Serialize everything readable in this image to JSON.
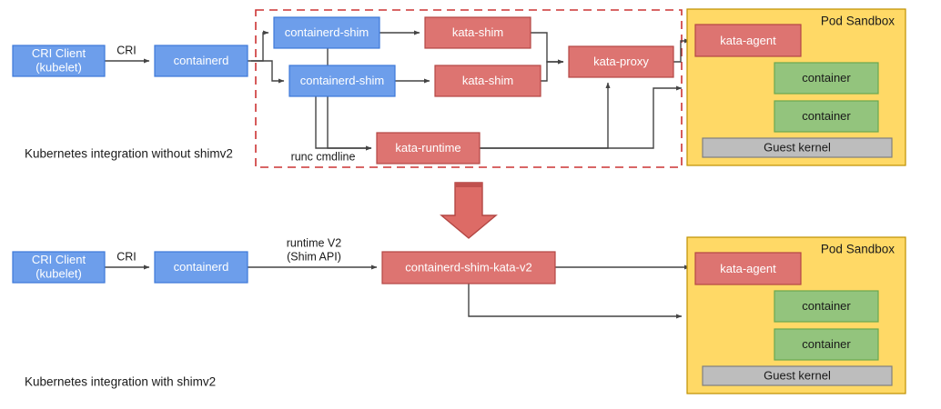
{
  "palette": {
    "blue_fill": "#6D9EEB",
    "blue_stroke": "#3C78D8",
    "red_fill": "#DD7471",
    "red_stroke": "#B34744",
    "green_fill": "#93C47D",
    "green_stroke": "#6AA84F",
    "yellow_fill": "#FFD966",
    "yellow_stroke": "#BF9000",
    "gray_fill": "#BDBDBD",
    "gray_stroke": "#7F7F7F",
    "dashed_red": "#CC3333",
    "edge_stroke": "#444444",
    "big_arrow_fill": "#DD6B66",
    "big_arrow_stroke": "#B34744",
    "text_light": "#FFFFFF",
    "text_dark": "#1A1A1A",
    "background": "#FFFFFF"
  },
  "top_diagram": {
    "caption": "Kubernetes integration without shimv2",
    "group_box_label": "",
    "nodes": {
      "cri_client": "CRI Client\n(kubelet)",
      "cri_client_line1": "CRI Client",
      "cri_client_line2": "(kubelet)",
      "containerd": "containerd",
      "containerd_shim_1": "containerd-shim",
      "containerd_shim_2": "containerd-shim",
      "kata_shim_1": "kata-shim",
      "kata_shim_2": "kata-shim",
      "kata_proxy": "kata-proxy",
      "kata_runtime": "kata-runtime",
      "kata_agent": "kata-agent",
      "container_1": "container",
      "container_2": "container",
      "guest_kernel": "Guest kernel",
      "pod_sandbox": "Pod Sandbox"
    },
    "edge_labels": {
      "cri": "CRI",
      "runc_cmdline": "runc cmdline"
    }
  },
  "bottom_diagram": {
    "caption": "Kubernetes integration with shimv2",
    "nodes": {
      "cri_client_line1": "CRI Client",
      "cri_client_line2": "(kubelet)",
      "containerd": "containerd",
      "containerd_shim_kata_v2": "containerd-shim-kata-v2",
      "kata_agent": "kata-agent",
      "container_1": "container",
      "container_2": "container",
      "guest_kernel": "Guest kernel",
      "pod_sandbox": "Pod Sandbox"
    },
    "edge_labels": {
      "cri": "CRI",
      "runtime_v2_line1": "runtime V2",
      "runtime_v2_line2": "(Shim API)"
    }
  },
  "transition_arrow": {
    "name": "downward-transition-arrow"
  }
}
